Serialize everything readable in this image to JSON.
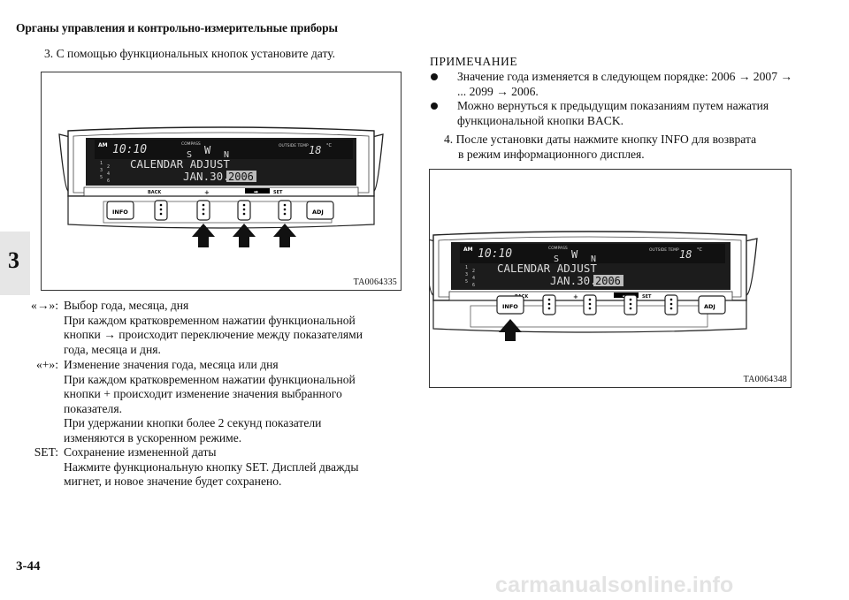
{
  "header": "Органы управления и контрольно-измерительные приборы",
  "section_tab": "3",
  "page_number": "3-44",
  "watermark": "carmanualsonline.info",
  "step3": "3.  С помощью функциональных кнопок установите дату.",
  "display": {
    "am": "AM",
    "time": "10:10",
    "compass": "COMPASS",
    "dirs": [
      "S",
      "W",
      "N"
    ],
    "outside_temp": "OUTSIDE\nTEMP",
    "temp": "18",
    "temp_unit": "°C",
    "line1": "CALENDAR ADJUST",
    "date": "JAN.30.",
    "year": "2006",
    "nums": [
      "1",
      "2",
      "3",
      "4",
      "5",
      "6"
    ],
    "back": "BACK",
    "plus": "+",
    "arrow": "➡",
    "set": "SET",
    "info": "INFO",
    "adj": "ADJ"
  },
  "fig1_id": "TA0064335",
  "fig2_id": "TA0064348",
  "defs": [
    {
      "label": "«→»:",
      "lines": [
        "Выбор года, месяца, дня",
        "При каждом кратковременном нажатии функциональной",
        "кнопки → происходит переключение между показателями",
        "года, месяца и дня."
      ]
    },
    {
      "label": "«+»:",
      "lines": [
        "Изменение значения года, месяца или дня",
        "При каждом кратковременном нажатии функциональной",
        "кнопки + происходит изменение значения выбранного",
        "показателя.",
        "При удержании кнопки более 2 секунд показатели",
        "изменяются в ускоренном режиме."
      ]
    },
    {
      "label": "SET:",
      "lines": [
        "Сохранение измененной даты",
        "Нажмите функциональную кнопку SET. Дисплей дважды",
        "мигнет, и новое значение будет сохранено."
      ]
    }
  ],
  "note_title": "ПРИМЕЧАНИЕ",
  "notes": [
    [
      "Значение года изменяется в следующем порядке: 2006 → 2007 →",
      "... 2099 → 2006."
    ],
    [
      "Можно вернуться к предыдущим показаниям путем нажатия",
      "функциональной кнопки BACK."
    ]
  ],
  "step4": [
    "4.  После установки даты нажмите кнопку INFO для возврата",
    "в режим информационного дисплея."
  ]
}
